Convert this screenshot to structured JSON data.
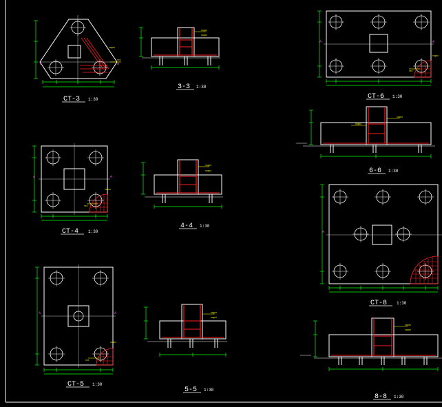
{
  "colors": {
    "background": "#000000",
    "outline": "#ffffff",
    "rebar": "#ff2020",
    "dimension": "#00ff00",
    "note": "#ffff00",
    "axis": "#ff40ff"
  },
  "scale": "1:30",
  "drawings": {
    "ct3": {
      "title": "CT-3"
    },
    "ct4": {
      "title": "CT-4"
    },
    "ct5": {
      "title": "CT-5"
    },
    "ct6": {
      "title": "CT-6"
    },
    "ct8": {
      "title": "CT-8"
    },
    "s33": {
      "title": "3-3"
    },
    "s44": {
      "title": "4-4"
    },
    "s55": {
      "title": "5-5"
    },
    "s66": {
      "title": "6-6"
    },
    "s88": {
      "title": "8-8"
    }
  }
}
